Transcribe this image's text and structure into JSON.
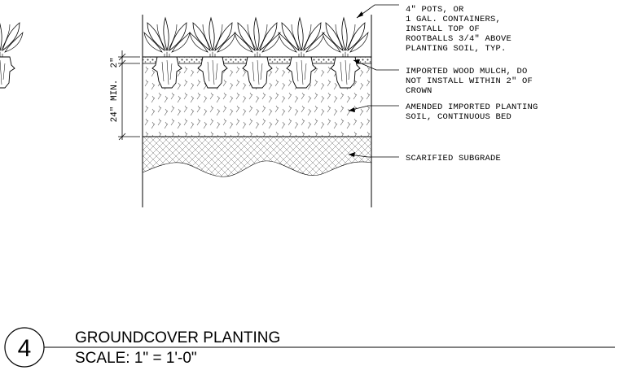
{
  "detail": {
    "number": "4",
    "title": "GROUNDCOVER PLANTING",
    "scale": "SCALE: 1\" = 1'-0\""
  },
  "dimensions": {
    "mulch_depth": "2\"",
    "soil_depth": "24\" MIN."
  },
  "callouts": {
    "plants": [
      "4\" POTS, OR",
      "1 GAL. CONTAINERS,",
      "INSTALL TOP OF",
      "ROOTBALLS 3/4\" ABOVE",
      "PLANTING SOIL, TYP."
    ],
    "mulch": [
      "IMPORTED WOOD MULCH, DO",
      "NOT INSTALL WITHIN 2\" OF",
      "CROWN"
    ],
    "soil": [
      "AMENDED IMPORTED PLANTING",
      "SOIL, CONTINUOUS BED"
    ],
    "subgrade": [
      "SCARIFIED SUBGRADE"
    ]
  },
  "plant_count": 5
}
